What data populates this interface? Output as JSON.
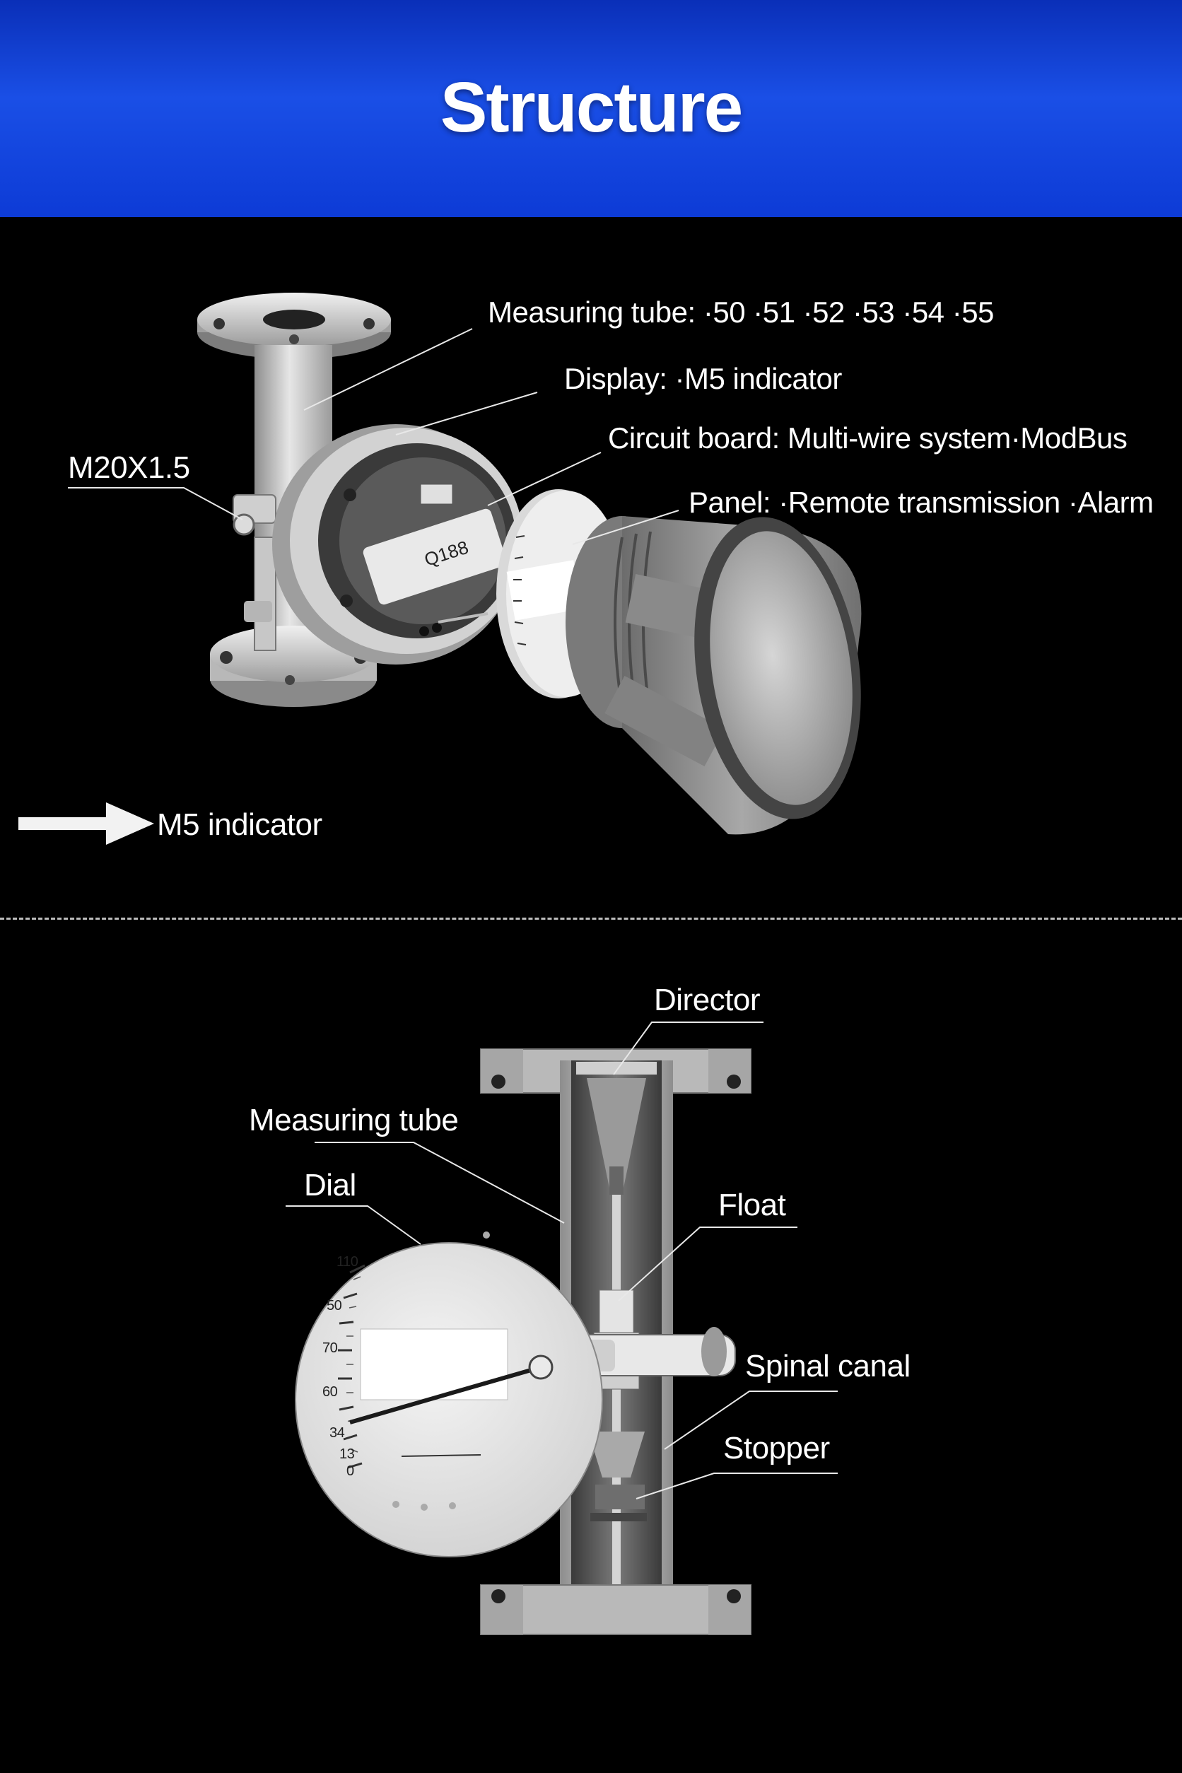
{
  "header": {
    "title": "Structure"
  },
  "exploded_view": {
    "callouts": {
      "measuring_tube": "Measuring tube: ·50 ·51 ·52 ·53 ·54 ·55",
      "display": "Display: ·M5 indicator",
      "circuit_board": "Circuit board: Multi-wire system·ModBus",
      "panel": "Panel: ·Remote transmission ·Alarm",
      "thread": "M20X1.5"
    },
    "arrow_label": "M5 indicator"
  },
  "sectional_view": {
    "callouts": {
      "director": "Director",
      "measuring_tube": "Measuring tube",
      "dial": "Dial",
      "float": "Float",
      "spinal_canal": "Spinal canal",
      "stopper": "Stopper"
    },
    "dial_scale": [
      "110",
      "50",
      "70",
      "60",
      "34",
      "13",
      "0"
    ]
  }
}
